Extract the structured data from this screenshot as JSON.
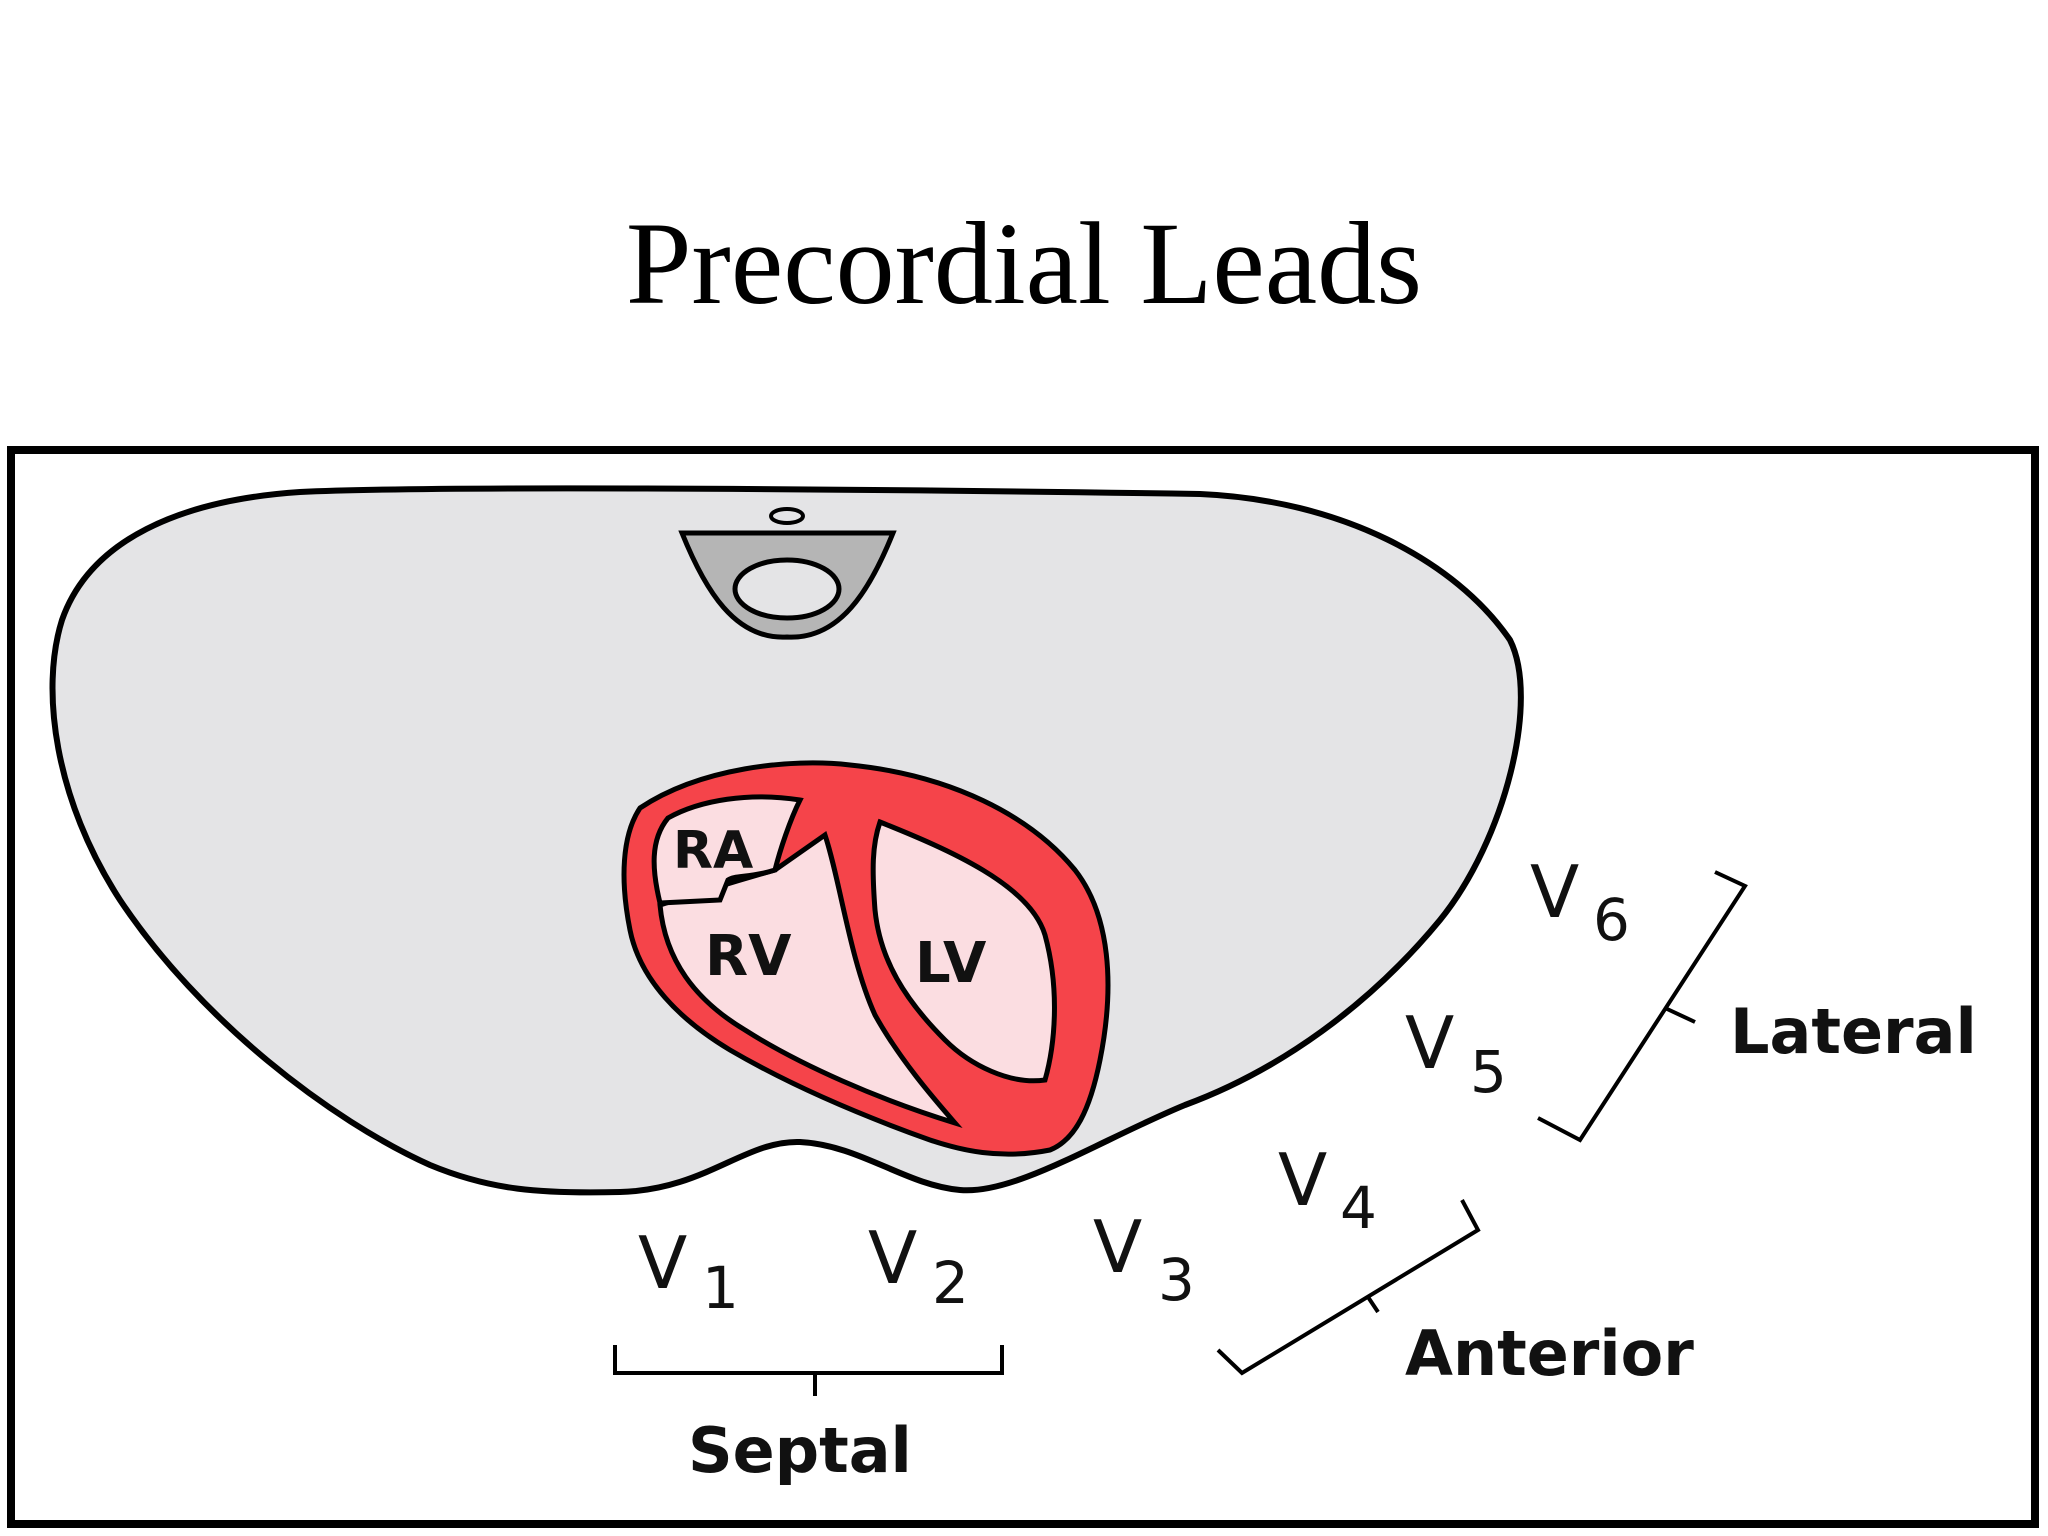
{
  "title": "Precordial Leads",
  "chambers": {
    "ra": "RA",
    "rv": "RV",
    "lv": "LV"
  },
  "leads": [
    {
      "letter": "V",
      "num": "1"
    },
    {
      "letter": "V",
      "num": "2"
    },
    {
      "letter": "V",
      "num": "3"
    },
    {
      "letter": "V",
      "num": "4"
    },
    {
      "letter": "V",
      "num": "5"
    },
    {
      "letter": "V",
      "num": "6"
    }
  ],
  "groups": {
    "septal": "Septal",
    "anterior": "Anterior",
    "lateral": "Lateral"
  },
  "colors": {
    "thorax": "#e4e4e6",
    "myocardium": "#f5444a",
    "chamber": "#fbdde1",
    "spine": "#b5b5b5"
  }
}
